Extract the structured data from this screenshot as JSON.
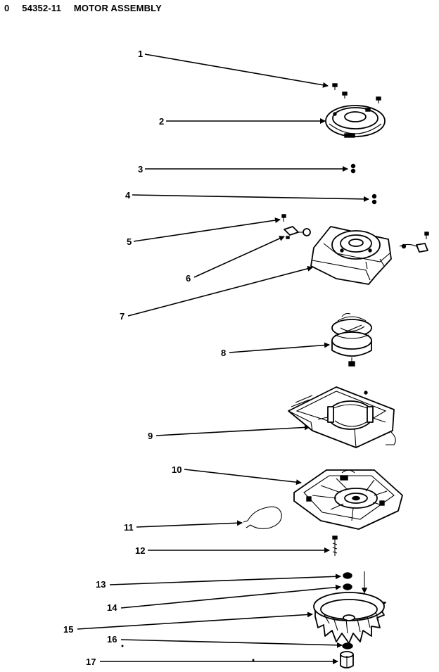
{
  "header": {
    "index": "0",
    "part_number": "54352-11",
    "title": "MOTOR ASSEMBLY"
  },
  "callouts": [
    "1",
    "2",
    "3",
    "4",
    "5",
    "6",
    "7",
    "8",
    "9",
    "10",
    "11",
    "12",
    "13",
    "14",
    "15",
    "16",
    "17"
  ]
}
